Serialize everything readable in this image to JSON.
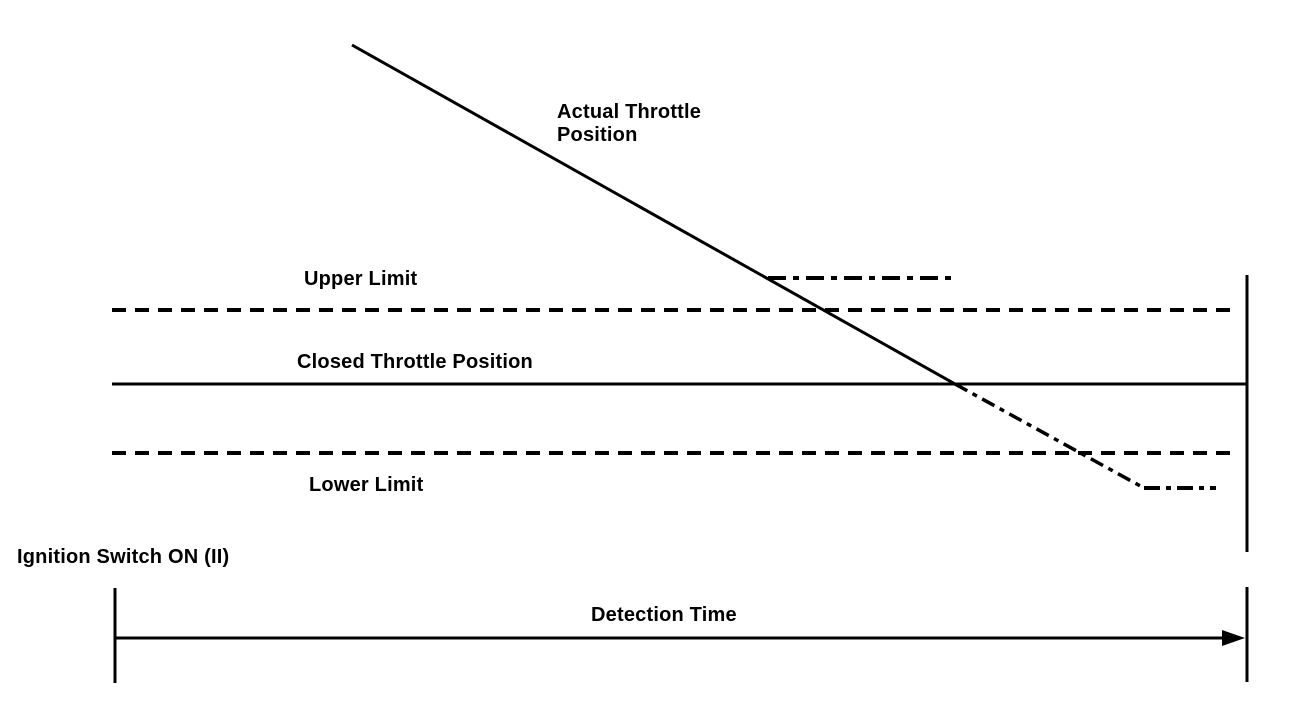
{
  "figure": {
    "background_color": "#ffffff",
    "ink_color": "#000000",
    "labels": {
      "actual_throttle": "Actual Throttle\nPosition",
      "upper_limit": "Upper Limit",
      "closed_throttle": "Closed Throttle Position",
      "lower_limit": "Lower Limit",
      "ignition": "Ignition Switch ON (II)",
      "detection_time": "Detection Time"
    },
    "line_styles": {
      "actual_throttle_trace": "solid diagonal falling line; becomes dash-dot after crossing the Closed Throttle Position line, then levels off horizontally below the Lower Limit",
      "upper_limit_threshold": "dashed horizontal line",
      "closed_throttle_position": "solid horizontal line extending to right boundary",
      "lower_limit_threshold": "dashed horizontal line",
      "upper_dash_dot_segment": "horizontal dash-dot segment branching right from the trace just above the Upper Limit",
      "time_axis": "horizontal arrow pointing right between two vertical tick marks"
    }
  }
}
